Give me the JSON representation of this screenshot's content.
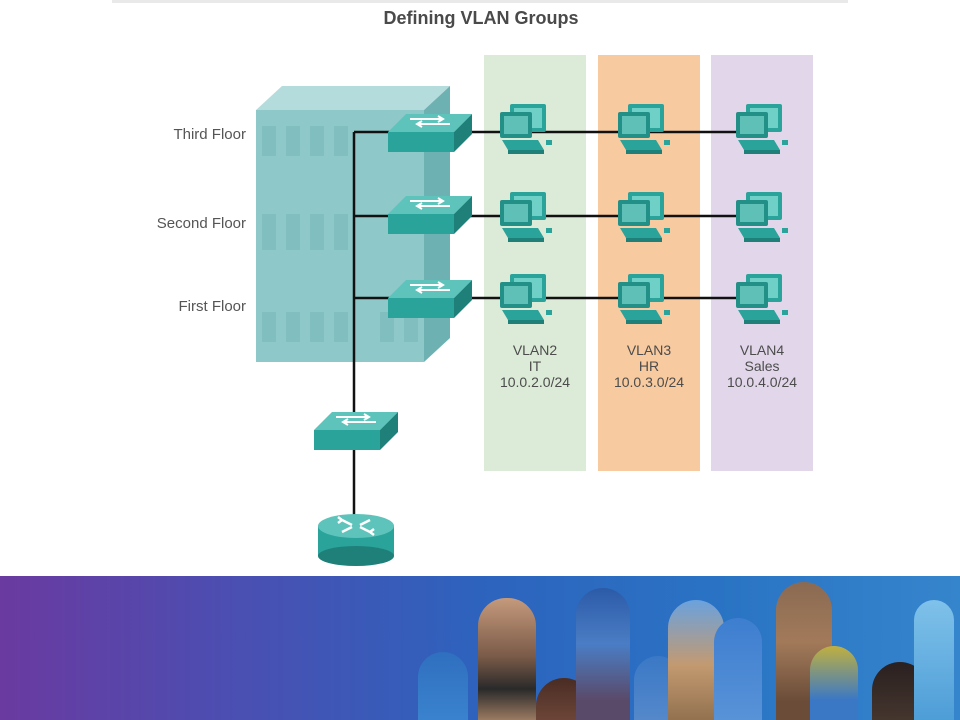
{
  "title": "Defining VLAN Groups",
  "floors": [
    "Third Floor",
    "Second Floor",
    "First Floor"
  ],
  "vlans": [
    {
      "id": "VLAN2",
      "name": "IT",
      "subnet": "10.0.2.0/24",
      "color": "#dcebd8"
    },
    {
      "id": "VLAN3",
      "name": "HR",
      "subnet": "10.0.3.0/24",
      "color": "#f8caa0"
    },
    {
      "id": "VLAN4",
      "name": "Sales",
      "subnet": "10.0.4.0/24",
      "color": "#e2d7ea"
    }
  ],
  "colors": {
    "device": "#2aa39a",
    "device_dark": "#1f7f79",
    "building": "#8fc8c8",
    "link": "#111111"
  },
  "icons": [
    "switch-icon",
    "router-icon",
    "pc-icon",
    "building-icon"
  ],
  "banner": {
    "colors": [
      "#6a3aa0",
      "#2d63bd",
      "#3585cc"
    ]
  }
}
